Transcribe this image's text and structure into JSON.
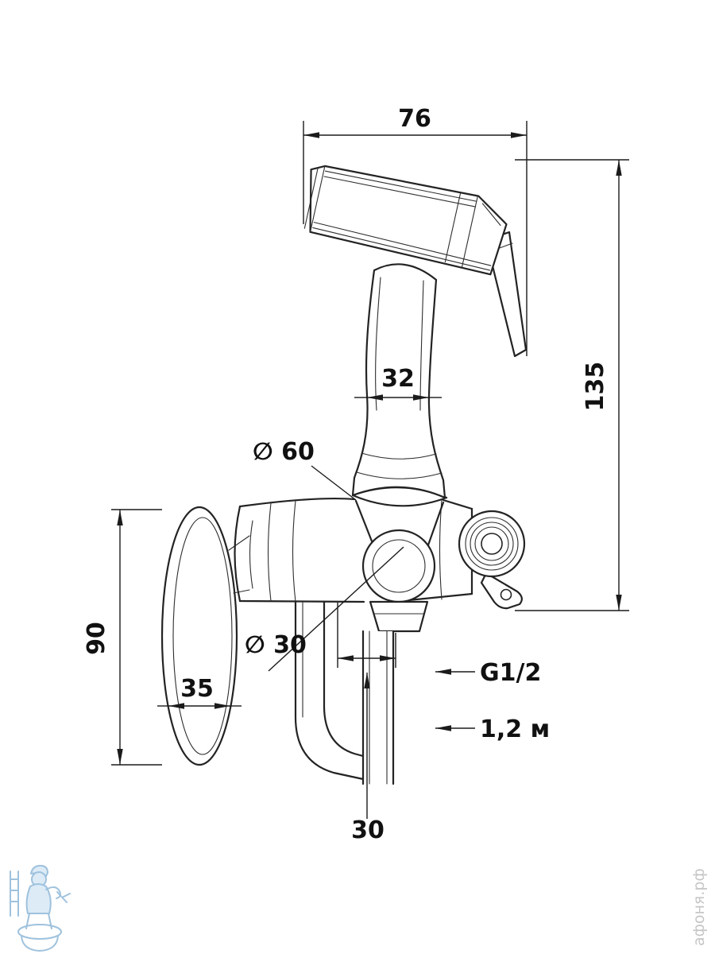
{
  "drawing": {
    "type": "technical-dimension-drawing",
    "subject": "hygienic-shower-set-with-wall-mixer",
    "labels": {
      "head_width": "76",
      "overall_height": "135",
      "handle_width": "32",
      "holder_diameter": "∅ 60",
      "lever_height": "90",
      "lever_width": "35",
      "hose_diameter": "∅ 30",
      "thread_size": "G1/2",
      "hose_length": "1,2 м",
      "bottom_offset": "30"
    }
  },
  "watermark": {
    "site_text": "афоня.рф"
  }
}
